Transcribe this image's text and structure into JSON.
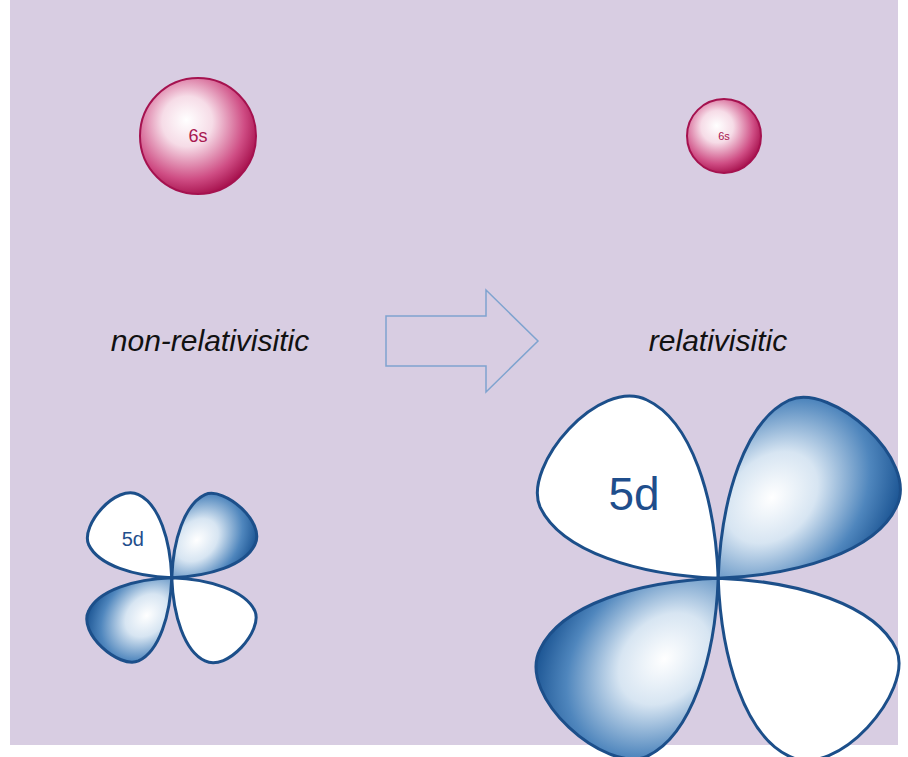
{
  "diagram": {
    "nodes": [
      {
        "text": [
          "6s"
        ]
      },
      {
        "text": [
          "6s"
        ]
      },
      {
        "text": [
          "5d"
        ]
      },
      {
        "text": [
          "5d"
        ]
      }
    ],
    "labels": [
      "non-relativisitic",
      "relativisitic"
    ]
  }
}
